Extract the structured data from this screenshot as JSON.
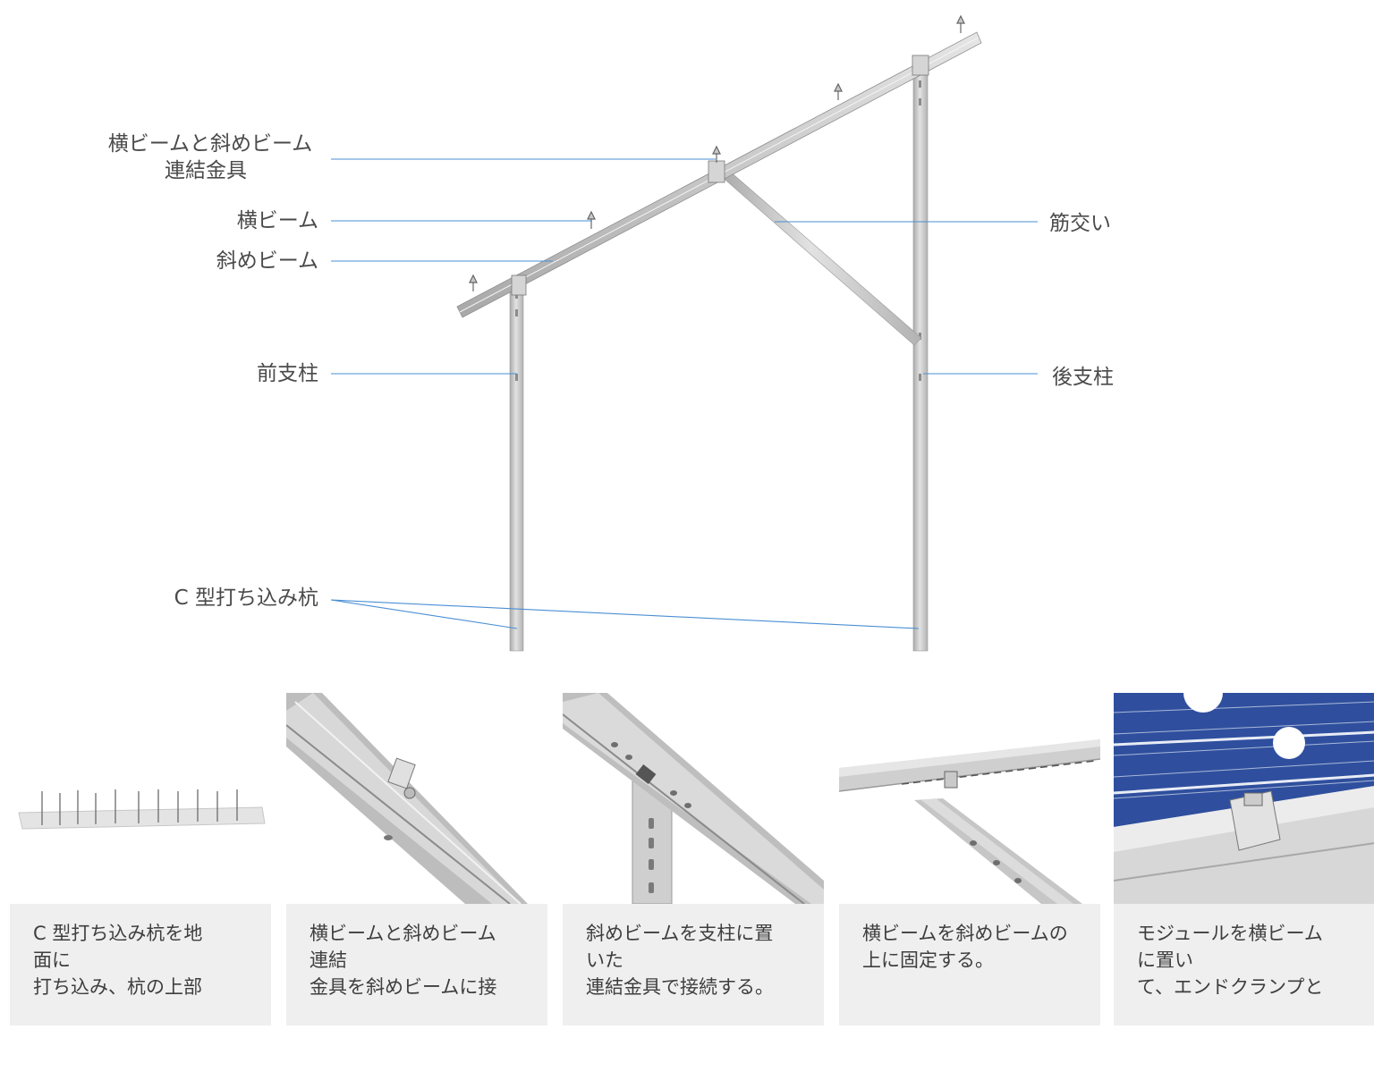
{
  "diagram": {
    "labels_left": {
      "connector": [
        "横ビームと斜めビーム",
        "連結金具"
      ],
      "horizontal_beam": "横ビーム",
      "slanted_beam": "斜めビーム",
      "front_post": "前支柱",
      "c_pile": "C 型打ち込み杭"
    },
    "labels_right": {
      "brace": "筋交い",
      "rear_post": "後支柱"
    },
    "colors": {
      "leader_line": "#4a8fd4",
      "steel": "#c9c9c9",
      "steel_dark": "#9a9a9a",
      "label_text": "#4a4a4a"
    }
  },
  "steps": [
    {
      "caption_lines": [
        "C 型打ち込み杭を地",
        "面に",
        "打ち込み、杭の上部"
      ],
      "photo": "piles-in-ground"
    },
    {
      "caption_lines": [
        "横ビームと斜めビーム",
        "連結",
        "金具を斜めビームに接"
      ],
      "photo": "connector-on-slanted-beam"
    },
    {
      "caption_lines": [
        "斜めビームを支柱に置",
        "いた",
        "連結金具で接続する。"
      ],
      "photo": "slanted-beam-on-post"
    },
    {
      "caption_lines": [
        "横ビームを斜めビームの",
        "上に固定する。"
      ],
      "photo": "horizontal-beam-on-slanted-beam"
    },
    {
      "caption_lines": [
        "モジュールを横ビーム",
        "に置い",
        "て、エンドクランプと"
      ],
      "photo": "module-end-clamp"
    }
  ]
}
